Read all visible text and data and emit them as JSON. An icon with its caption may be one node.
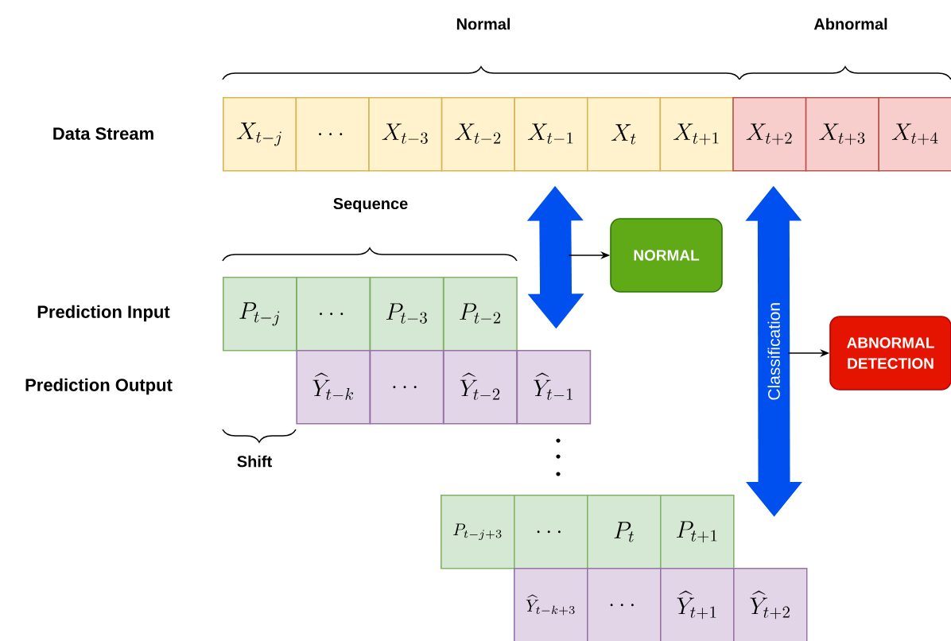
{
  "diagram": {
    "nodes": [
      {
        "text": [
          "X_{t-j}"
        ]
      },
      {
        "text": [
          "\\dots"
        ]
      },
      {
        "text": [
          "X_{t-3}"
        ]
      },
      {
        "text": [
          "X_{t-2}"
        ]
      },
      {
        "text": [
          "X_{t-1}"
        ]
      },
      {
        "text": [
          "X_t"
        ]
      },
      {
        "text": [
          "X_{t+1}"
        ]
      },
      {
        "text": [
          "X_{t+2}"
        ]
      },
      {
        "text": [
          "X_{t+3}"
        ]
      },
      {
        "text": [
          "X_{t+4}"
        ]
      },
      {
        "text": [
          "P_{t-j}"
        ]
      },
      {
        "text": [
          "\\dots"
        ]
      },
      {
        "text": [
          "P_{t-3}"
        ]
      },
      {
        "text": [
          "P_{t-2}"
        ]
      },
      {
        "text": [
          "\\widehat{Y}_{t-k}"
        ]
      },
      {
        "text": [
          "\\dots"
        ]
      },
      {
        "text": [
          "\\widehat{Y}_{t-2}"
        ]
      },
      {
        "text": [
          "\\widehat{Y}_{t-1}"
        ]
      },
      {
        "text": [
          "P_{t-j+3}"
        ]
      },
      {
        "text": [
          "\\dots"
        ]
      },
      {
        "text": [
          "P_t"
        ]
      },
      {
        "text": [
          "P_{t+1}"
        ]
      },
      {
        "text": [
          "\\widehat{Y}_{t-k+3}"
        ]
      },
      {
        "text": [
          "\\dots"
        ]
      },
      {
        "text": [
          "\\widehat{Y}_{t+1}"
        ]
      },
      {
        "text": [
          "\\widehat{Y}_{t+2}"
        ]
      },
      {
        "text": [
          "NORMAL"
        ]
      },
      {
        "text": [
          "ABNORMAL DETECTION"
        ]
      }
    ],
    "edges": [
      {
        "from": 4,
        "to": 13,
        "arrow": "both",
        "style": "thick",
        "color": "#0050ef"
      },
      {
        "from": 7,
        "to": 21,
        "arrow": "both",
        "style": "thick",
        "color": "#0050ef",
        "label": "Classification"
      },
      {
        "from": null,
        "to": 26,
        "arrow": "to",
        "color": "#000000"
      },
      {
        "from": null,
        "to": 27,
        "arrow": "to",
        "color": "#000000"
      }
    ],
    "labels": [
      "Normal",
      "Abnormal",
      "Data Stream",
      "Sequence",
      "Prediction Input",
      "Prediction Output",
      "Shift"
    ]
  }
}
